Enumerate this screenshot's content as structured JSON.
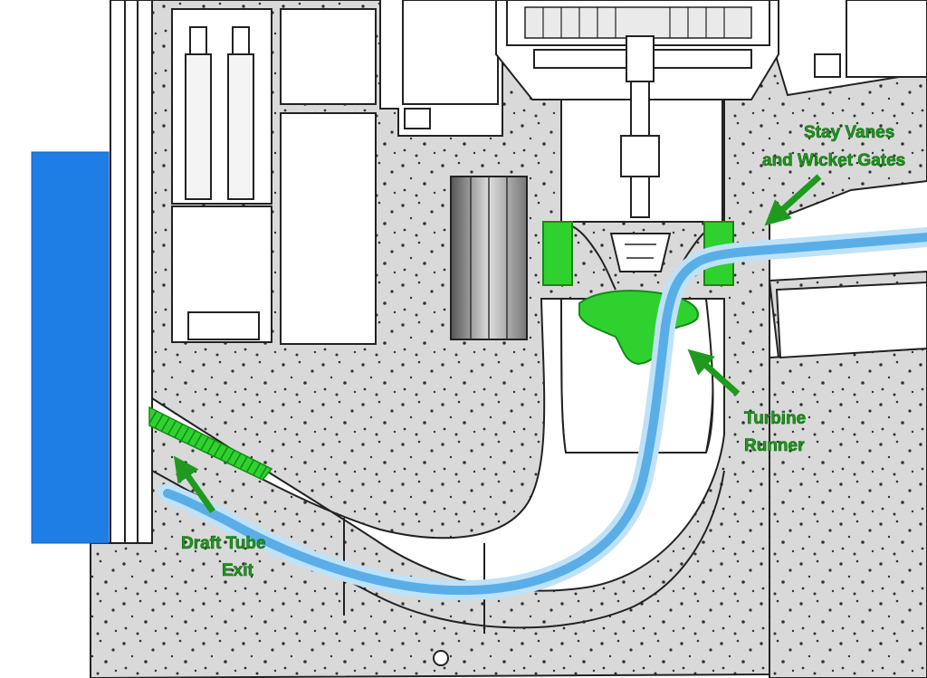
{
  "labels": {
    "stay_vanes_line1": "Stay Vanes",
    "stay_vanes_line2": "and Wicket Gates",
    "turbine_runner_line1": "Turbine",
    "turbine_runner_line2": "Runner",
    "draft_tube_line1": "Draft Tube",
    "draft_tube_line2": "Exit"
  },
  "colors": {
    "concrete": "#d9d9d9",
    "speckle": "#333333",
    "outline": "#222222",
    "water_flow": "#5aaee8",
    "water_flow_glow": "#bfe2f8",
    "tailwater": "#1e7ee6",
    "component_green": "#2fd12f",
    "label_green": "#1f9a1f"
  },
  "icons": [
    "flow-arrow-icon",
    "callout-arrow-icon"
  ]
}
